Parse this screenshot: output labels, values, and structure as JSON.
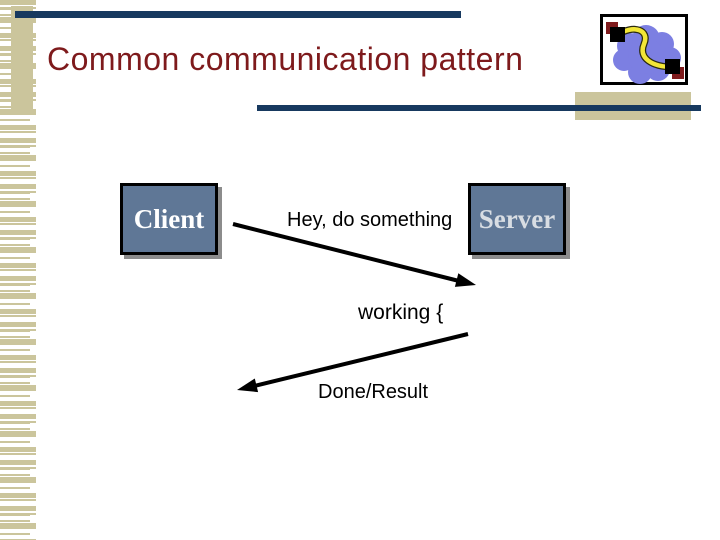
{
  "slide": {
    "title": "Common communication pattern"
  },
  "diagram": {
    "client_label": "Client",
    "server_label": "Server",
    "messages": [
      {
        "label": "Hey, do something",
        "direction": "client-to-server"
      },
      {
        "label": "working {",
        "direction": "server-internal"
      },
      {
        "label": "Done/Result",
        "direction": "server-to-client"
      }
    ]
  },
  "logo": {
    "name": "cloud-network-logo",
    "description": "blue cloud with yellow wire and connector squares"
  },
  "colors": {
    "title_maroon": "#7E1A1C",
    "navy": "#17395F",
    "tan": "#CBC59C",
    "box_fill": "#5F7796",
    "box_border": "#000000",
    "client_text": "#FFFFFF",
    "server_text": "#D8DDE3",
    "arrow_black": "#000000",
    "logo_cloud_blue": "#7C7FE2",
    "logo_yellow": "#F2E637",
    "logo_maroon": "#7E1A1C"
  }
}
